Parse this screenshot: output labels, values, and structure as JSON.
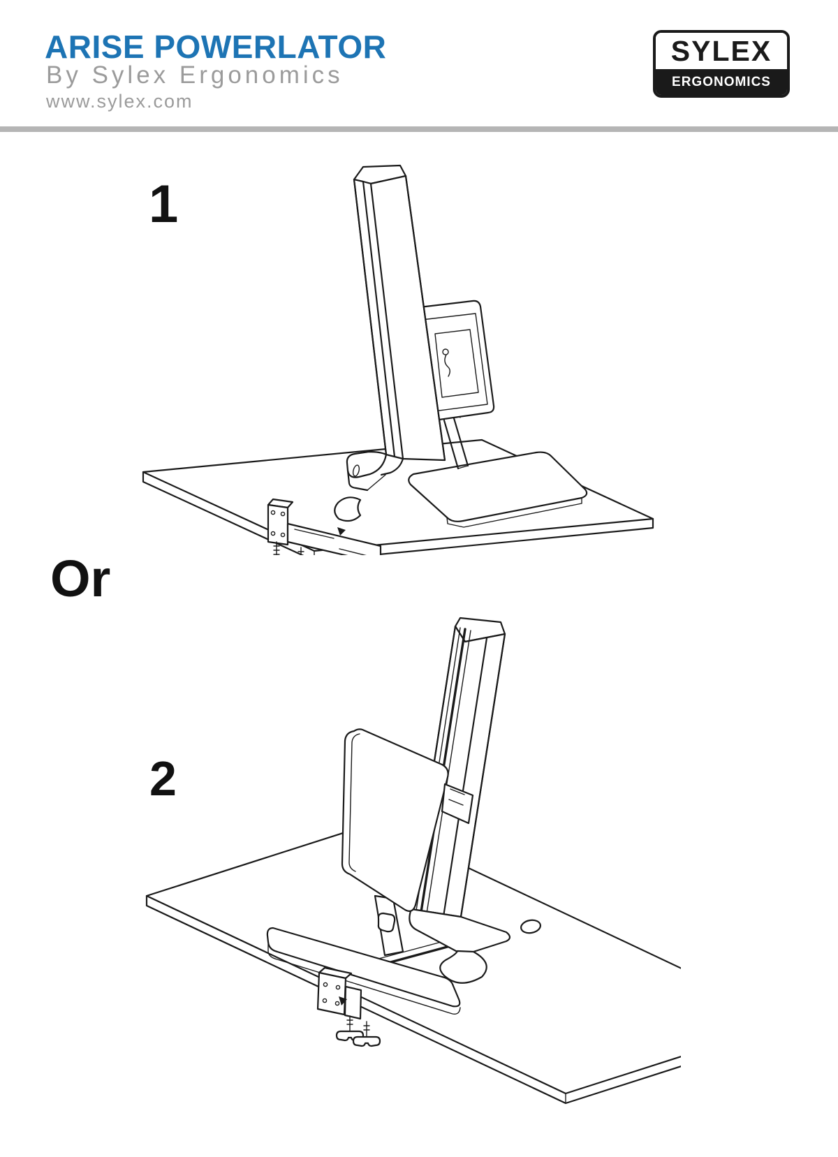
{
  "header": {
    "title": "ARISE POWERLATOR",
    "subtitle": "By Sylex Ergonomics",
    "website": "www.sylex.com",
    "colors": {
      "title": "#1d74b4",
      "subtitle": "#9b9b9b",
      "divider": "#b5b5b5"
    },
    "logo": {
      "top_text": "SYLEX",
      "bottom_text": "ERGONOMICS",
      "colors": {
        "border": "#1a1a1a",
        "top_bg": "#ffffff",
        "top_text": "#1a1a1a",
        "bottom_bg": "#1a1a1a",
        "bottom_text": "#ffffff"
      }
    }
  },
  "figures": {
    "option1_number": "1",
    "separator_label": "Or",
    "option2_number": "2"
  },
  "artwork": {
    "line_color": "#1a1a1a",
    "label_color": "#111111"
  }
}
